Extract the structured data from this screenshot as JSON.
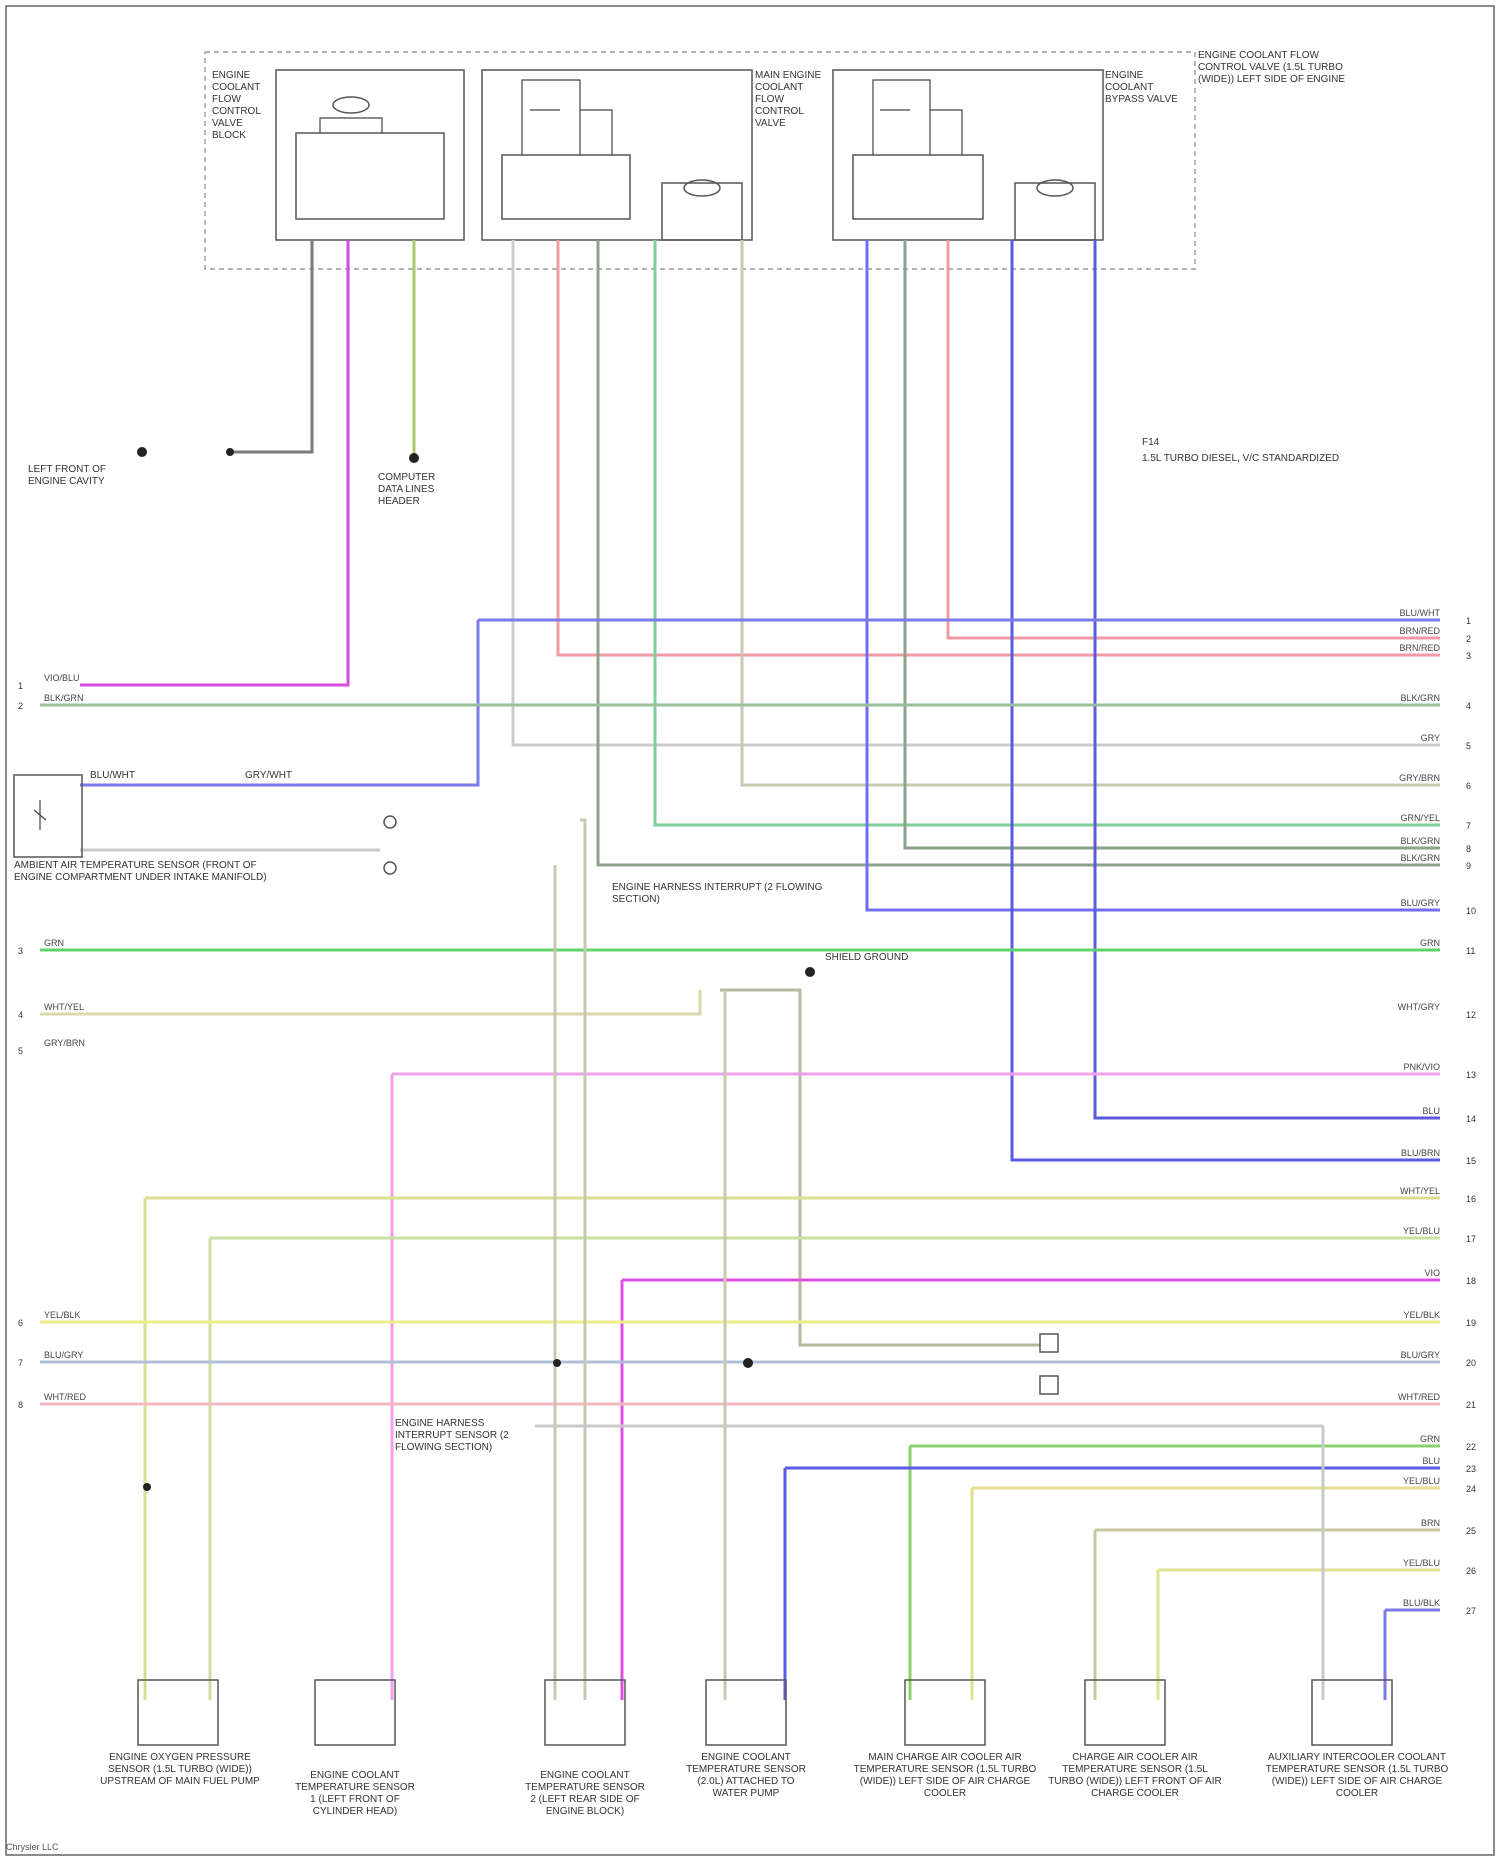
{
  "diagram": {
    "top_boxes": [
      {
        "label": "ENGINE COOLANT FLOW CONTROL VALVE BLOCK"
      },
      {
        "label": "MAIN ENGINE COOLANT FLOW CONTROL VALVE"
      },
      {
        "label": "ENGINE COOLANT BYPASS VALVE"
      }
    ],
    "outer_box_label": "ENGINE COOLANT FLOW CONTROL VALVE (1.5L TURBO (WIDE)) LEFT SIDE OF ENGINE",
    "legend": [
      "F14",
      "1.5L TURBO DIESEL, V/C STANDARDIZED"
    ],
    "ground_labels": [
      "LEFT FRONT OF ENGINE CAVITY",
      "COMPUTER DATA LINES HEADER"
    ],
    "splice_labels": [
      "ENGINE HARNESS INTERRUPT (2 FLOWING SECTION)",
      "ENGINE HARNESS INTERRUPT SENSOR (2 FLOWING SECTION)",
      "SHIELD GROUND"
    ],
    "left_component_label": "AMBIENT AIR TEMPERATURE SENSOR (FRONT OF ENGINE COMPARTMENT UNDER INTAKE MANIFOLD)",
    "left_wire_labels": [
      "BLU/WHT",
      "GRY/WHT"
    ],
    "bottom_sensors": [
      {
        "label": "ENGINE OXYGEN PRESSURE SENSOR (1.5L TURBO (WIDE)) UPSTREAM OF MAIN FUEL PUMP"
      },
      {
        "label": "ENGINE COOLANT TEMPERATURE SENSOR 1 (LEFT FRONT OF CYLINDER HEAD)"
      },
      {
        "label": "ENGINE COOLANT TEMPERATURE SENSOR 2 (LEFT REAR SIDE OF ENGINE BLOCK)"
      },
      {
        "label": "ENGINE COOLANT TEMPERATURE SENSOR (2.0L) ATTACHED TO WATER PUMP"
      },
      {
        "label": "MAIN CHARGE AIR COOLER AIR TEMPERATURE SENSOR (1.5L TURBO (WIDE)) LEFT SIDE OF AIR CHARGE COOLER"
      },
      {
        "label": "CHARGE AIR COOLER AIR TEMPERATURE SENSOR (1.5L TURBO (WIDE)) LEFT FRONT OF AIR CHARGE COOLER"
      },
      {
        "label": "AUXILIARY INTERCOOLER COOLANT TEMPERATURE SENSOR (1.5L TURBO (WIDE)) LEFT SIDE OF AIR CHARGE COOLER"
      }
    ],
    "right_wires": [
      {
        "pin": "1",
        "label": "BLU/WHT"
      },
      {
        "pin": "2",
        "label": "BRN/RED"
      },
      {
        "pin": "3",
        "label": "BRN/RED"
      },
      {
        "pin": "4",
        "label": "BLK/GRN"
      },
      {
        "pin": "5",
        "label": "GRY"
      },
      {
        "pin": "6",
        "label": "GRY/BRN"
      },
      {
        "pin": "7",
        "label": "GRN/YEL"
      },
      {
        "pin": "8",
        "label": "BLK/GRN"
      },
      {
        "pin": "9",
        "label": "BLK/GRN"
      },
      {
        "pin": "10",
        "label": "BLU/GRY"
      },
      {
        "pin": "11",
        "label": "GRN"
      },
      {
        "pin": "12",
        "label": "WHT/GRY"
      },
      {
        "pin": "13",
        "label": "PNK/VIO"
      },
      {
        "pin": "14",
        "label": "BLU"
      },
      {
        "pin": "15",
        "label": "BLU/BRN"
      },
      {
        "pin": "16",
        "label": "WHT/YEL"
      },
      {
        "pin": "17",
        "label": "YEL/BLU"
      },
      {
        "pin": "18",
        "label": "VIO"
      },
      {
        "pin": "19",
        "label": "YEL/BLK"
      },
      {
        "pin": "20",
        "label": "BLU/GRY"
      },
      {
        "pin": "21",
        "label": "WHT/RED"
      },
      {
        "pin": "22",
        "label": "GRN"
      },
      {
        "pin": "23",
        "label": "BLU"
      },
      {
        "pin": "24",
        "label": "YEL/BLU"
      },
      {
        "pin": "25",
        "label": "BRN"
      },
      {
        "pin": "26",
        "label": "YEL/BLU"
      },
      {
        "pin": "27",
        "label": "BLU/BLK"
      }
    ],
    "left_pins": [
      {
        "pin": "1",
        "label": "VIO/BLU"
      },
      {
        "pin": "2",
        "label": "BLK/GRN"
      },
      {
        "pin": "3",
        "label": "GRN"
      },
      {
        "pin": "4",
        "label": "WHT/YEL"
      },
      {
        "pin": "5",
        "label": "GRY/BRN"
      },
      {
        "pin": "6",
        "label": "YEL/BLK"
      },
      {
        "pin": "7",
        "label": "BLU/GRY"
      },
      {
        "pin": "8",
        "label": "WHT/RED"
      }
    ],
    "footer": "Chrysler LLC"
  }
}
